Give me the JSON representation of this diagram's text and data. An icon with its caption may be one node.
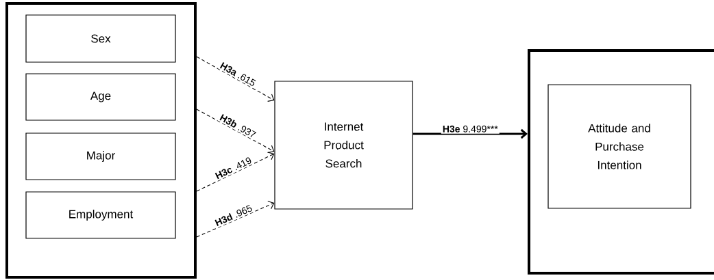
{
  "diagram": {
    "nodes": [
      {
        "text": [],
        "shape": "box"
      },
      {
        "text": [
          "Sex"
        ],
        "in": 0
      },
      {
        "text": [
          "Age"
        ],
        "in": 0
      },
      {
        "text": [
          "Major"
        ],
        "in": 0
      },
      {
        "text": [
          "Employment"
        ],
        "in": 0
      },
      {
        "text": [
          "Internet Product Search"
        ]
      },
      {
        "text": [],
        "shape": "box"
      },
      {
        "text": [
          "Attitude and Purchase Intention"
        ],
        "in": 6
      }
    ],
    "edges": [
      {
        "from": 0,
        "to": 5,
        "arrow": "to",
        "style": "dashed",
        "label": "**H3a** .615"
      },
      {
        "from": 0,
        "to": 5,
        "arrow": "to",
        "style": "dashed",
        "label": "**H3b** .937"
      },
      {
        "from": 0,
        "to": 5,
        "arrow": "to",
        "style": "dashed",
        "label": "**H3c** .419"
      },
      {
        "from": 0,
        "to": 5,
        "arrow": "to",
        "style": "dashed",
        "label": "**H3d** .965"
      },
      {
        "from": 5,
        "to": 6,
        "arrow": "to",
        "style": "thick",
        "label": "**H3e** 9.499***"
      }
    ]
  }
}
